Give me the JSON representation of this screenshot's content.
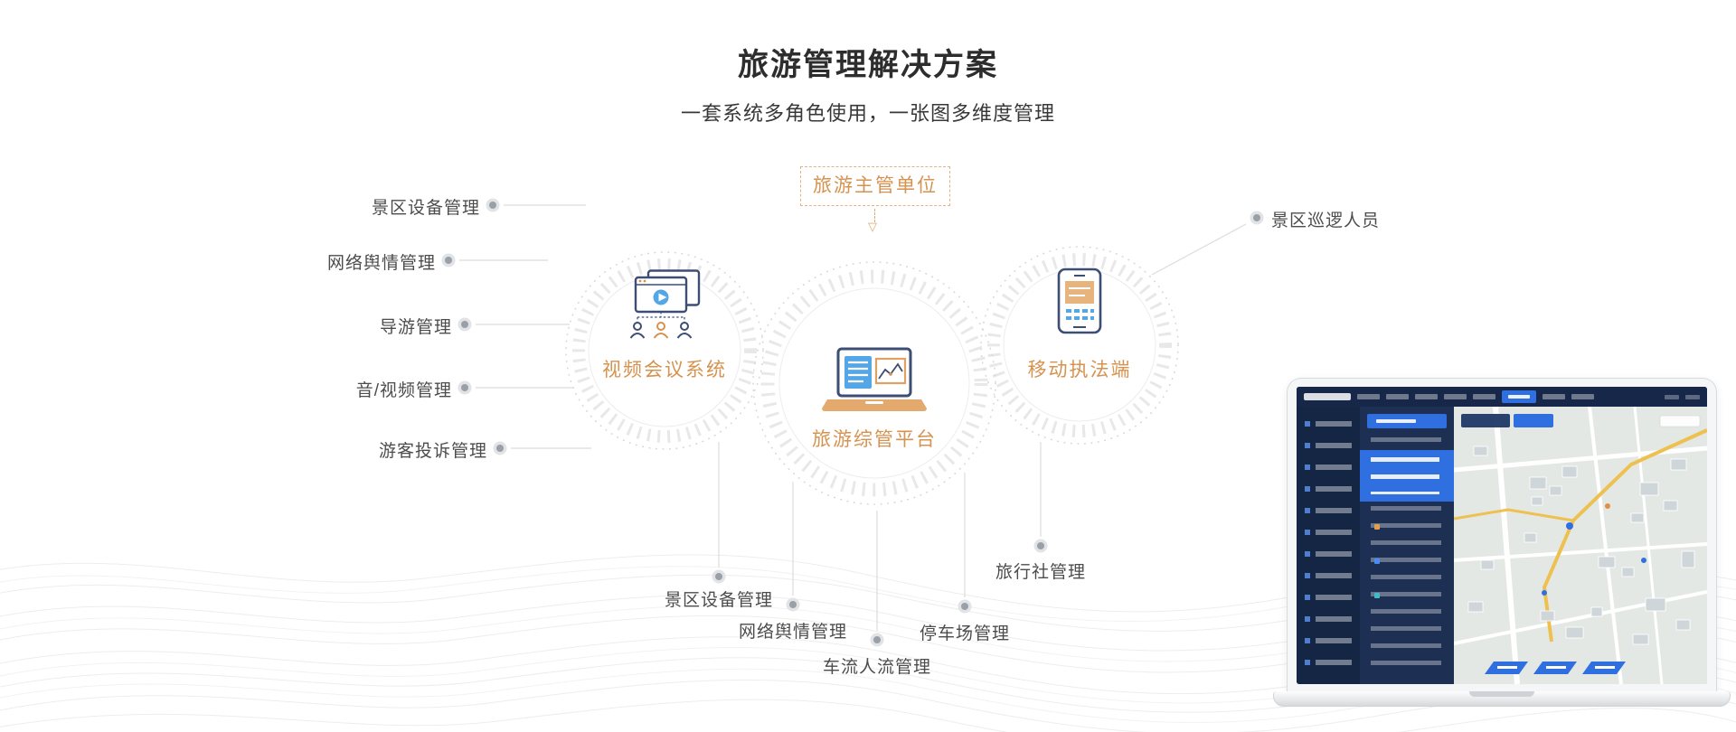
{
  "header": {
    "title": "旅游管理解决方案",
    "subtitle": "一套系统多角色使用，一张图多维度管理"
  },
  "diagram": {
    "authority_box": {
      "label": "旅游主管单位"
    },
    "nodes": {
      "video_conference": {
        "label": "视频会议系统",
        "icon": "video-conference-icon"
      },
      "platform": {
        "label": "旅游综管平台",
        "icon": "laptop-platform-icon"
      },
      "mobile_enforcement": {
        "label": "移动执法端",
        "icon": "mobile-enforcement-icon"
      }
    },
    "left_labels": [
      "景区设备管理",
      "网络舆情管理",
      "导游管理",
      "音/视频管理",
      "游客投诉管理"
    ],
    "right_labels": [
      "景区巡逻人员"
    ],
    "bottom_labels": [
      "景区设备管理",
      "网络舆情管理",
      "车流人流管理",
      "停车场管理",
      "旅行社管理"
    ]
  },
  "icons": {
    "down_arrow": "▽"
  },
  "colors": {
    "accent_orange": "#d6924f",
    "icon_outline_navy": "#3d4d73",
    "icon_blue": "#54a7e6",
    "line_gray": "#dcdcdc",
    "dot_gray": "#9aa0a8",
    "dashboard_navy": "#1d3054",
    "dashboard_blue": "#2f6fe0",
    "map_road_yellow": "#eec050"
  }
}
